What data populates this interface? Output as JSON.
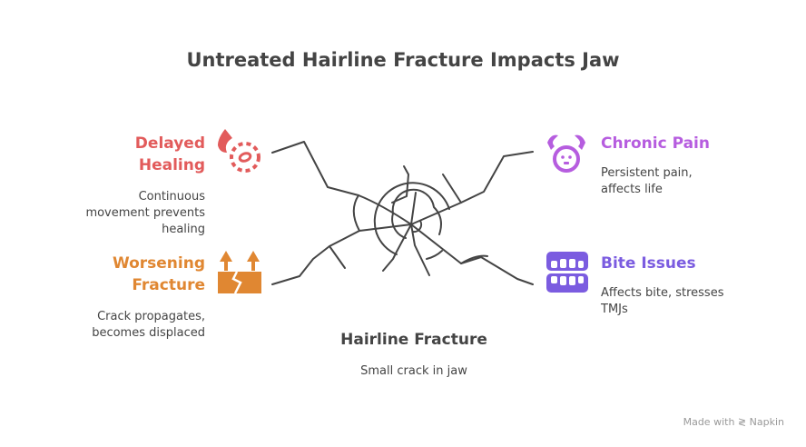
{
  "title": "Untreated Hairline Fracture Impacts Jaw",
  "items": [
    {
      "title": "Delayed Healing",
      "title_lines": [
        "Delayed",
        "Healing"
      ],
      "desc_lines": [
        "Continuous",
        "movement prevents",
        "healing"
      ],
      "color": "#e25b5b",
      "icon": "blood-cell-icon"
    },
    {
      "title": "Worsening Fracture",
      "title_lines": [
        "Worsening",
        "Fracture"
      ],
      "desc_lines": [
        "Crack propagates,",
        "becomes displaced"
      ],
      "color": "#e08732",
      "icon": "cracked-box-arrows-icon"
    },
    {
      "title": "Chronic Pain",
      "title_lines": [
        "Chronic Pain"
      ],
      "desc_lines": [
        "Persistent pain,",
        "affects life"
      ],
      "color": "#b65ddf",
      "icon": "head-pain-icon"
    },
    {
      "title": "Bite Issues",
      "title_lines": [
        "Bite Issues"
      ],
      "desc_lines": [
        "Affects bite, stresses",
        "TMJs"
      ],
      "color": "#7b5ce0",
      "icon": "teeth-icon"
    }
  ],
  "center": {
    "title": "Hairline Fracture",
    "desc": "Small crack in jaw"
  },
  "footer": {
    "made_with": "Made with",
    "brand": "Napkin"
  }
}
